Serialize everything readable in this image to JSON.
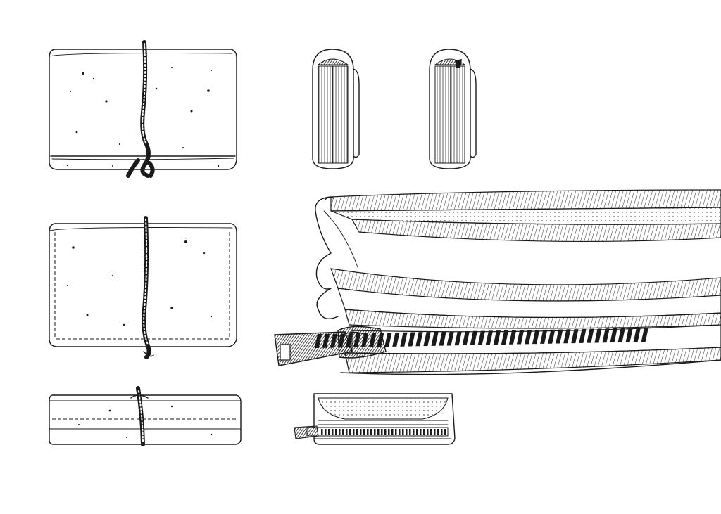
{
  "illustration": {
    "style": "pen-and-ink line drawing",
    "colors": {
      "ink": "#1a1a1a",
      "paper": "#ffffff"
    },
    "objects": [
      "wrapped-pouch-front",
      "pouch-end-view-left",
      "pouch-end-view-right",
      "wrapped-pouch-front-2",
      "zipper-pouch-open",
      "wrapped-pouch-side",
      "zipper-pouch-side"
    ]
  }
}
